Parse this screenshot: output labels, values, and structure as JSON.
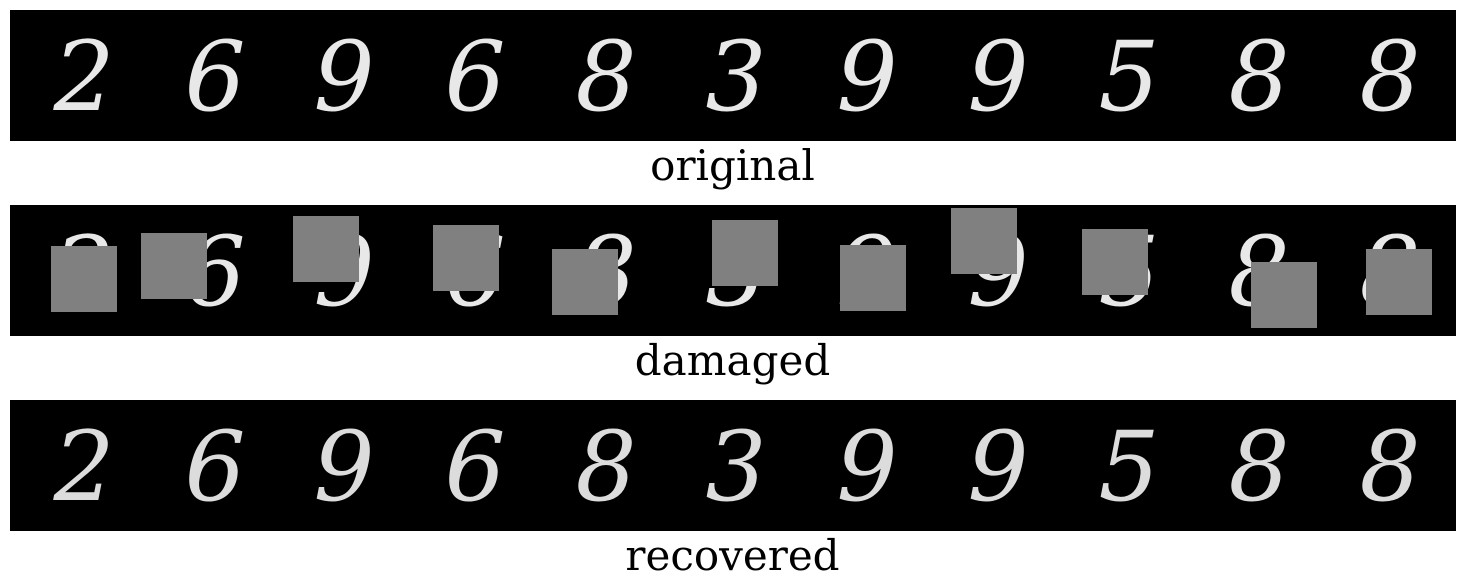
{
  "panels": [
    {
      "id": "original",
      "caption": "original"
    },
    {
      "id": "damaged",
      "caption": "damaged"
    },
    {
      "id": "recovered",
      "caption": "recovered"
    }
  ],
  "digits": [
    "2",
    "6",
    "9",
    "6",
    "8",
    "3",
    "9",
    "9",
    "5",
    "8",
    "8"
  ],
  "colors": {
    "background": "#000000",
    "digit": "#e8e8e8",
    "mask": "#808080"
  }
}
